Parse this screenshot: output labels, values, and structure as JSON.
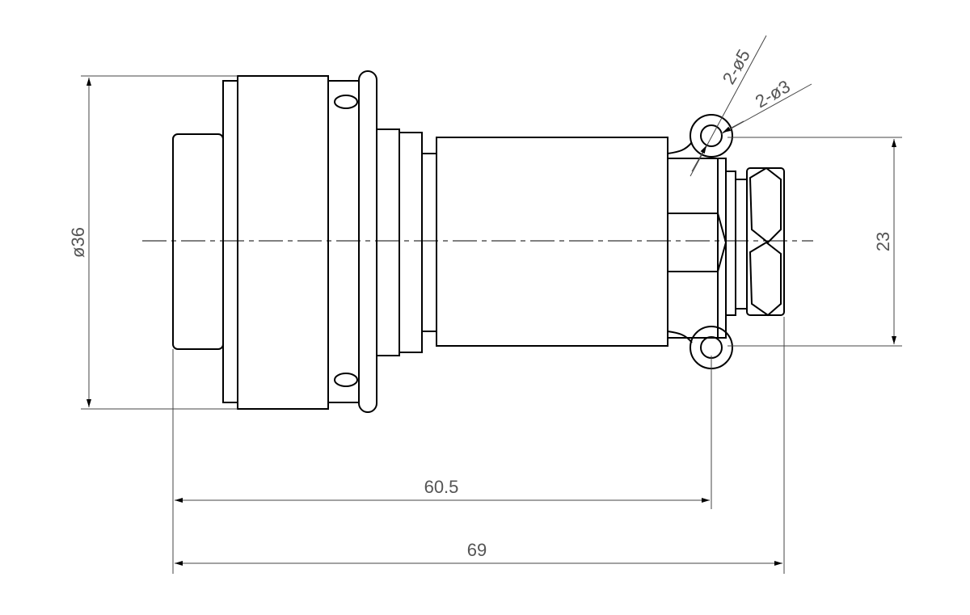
{
  "dimensions": {
    "diameter_body": "ø36",
    "height_mount": "23",
    "length_to_hole": "60.5",
    "length_overall": "69",
    "hole_large": "2-ø5",
    "hole_small": "2-ø3"
  },
  "colors": {
    "line": "#000000",
    "dim_text": "#555555",
    "background": "#ffffff"
  }
}
